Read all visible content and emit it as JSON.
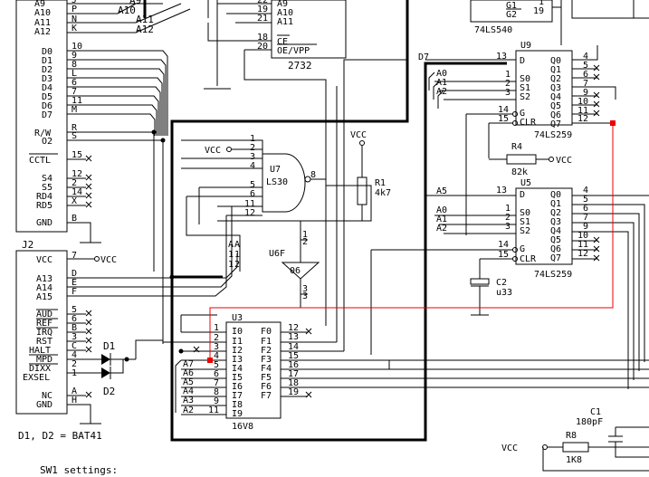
{
  "j1": {
    "left": [
      {
        "name": "A9",
        "pin": "J"
      },
      {
        "name": "A10",
        "pin": "P"
      },
      {
        "name": "A11",
        "pin": "N"
      },
      {
        "name": "A12",
        "pin": "K"
      },
      {
        "name": "D0",
        "pin": "10"
      },
      {
        "name": "D1",
        "pin": "9"
      },
      {
        "name": "D2",
        "pin": "8"
      },
      {
        "name": "D3",
        "pin": "L"
      },
      {
        "name": "D4",
        "pin": "6"
      },
      {
        "name": "D5",
        "pin": "7"
      },
      {
        "name": "D6",
        "pin": "11"
      },
      {
        "name": "D7",
        "pin": "M"
      },
      {
        "name": "R/W",
        "pin": "R"
      },
      {
        "name": "O2",
        "pin": "S"
      },
      {
        "name": "CCTL",
        "pin": "15"
      },
      {
        "name": "S4",
        "pin": "12"
      },
      {
        "name": "S5",
        "pin": "2"
      },
      {
        "name": "RD4",
        "pin": "14"
      },
      {
        "name": "RD5",
        "pin": "X"
      },
      {
        "name": "GND",
        "pin": "B"
      }
    ],
    "bus_labels": [
      "A9",
      "A10",
      "A11",
      "A12"
    ]
  },
  "j2": {
    "title": "J2",
    "left": [
      {
        "name": "VCC",
        "pin": "7"
      },
      {
        "name": "A13",
        "pin": "D"
      },
      {
        "name": "A14",
        "pin": "E"
      },
      {
        "name": "A15",
        "pin": "F"
      },
      {
        "name": "AUD",
        "pin": "5"
      },
      {
        "name": "REF",
        "pin": "6"
      },
      {
        "name": "IRQ",
        "pin": "B"
      },
      {
        "name": "RST",
        "pin": "3"
      },
      {
        "name": "HALT",
        "pin": "C"
      },
      {
        "name": "MPD",
        "pin": "4"
      },
      {
        "name": "DIXX",
        "pin": "2"
      },
      {
        "name": "EXSEL",
        "pin": "1"
      },
      {
        "name": "NC",
        "pin": "A"
      },
      {
        "name": "GND",
        "pin": "H"
      }
    ],
    "vcc_label": "VCC"
  },
  "eprom": {
    "part": "2732",
    "pins_left": [
      "22",
      "19",
      "21"
    ],
    "pin_labels": [
      "A9",
      "A10",
      "A11"
    ],
    "ce_pins": [
      "18",
      "20"
    ],
    "ce_labels": [
      "CE",
      "OE/VPP"
    ]
  },
  "g_block": {
    "part": "74LS540",
    "pins": [
      "1",
      "19"
    ],
    "labels": [
      "G1",
      "G2"
    ]
  },
  "u9": {
    "title": "U9",
    "part": "74LS259",
    "in_labels": [
      "D",
      "S0",
      "S1",
      "S2",
      "G",
      "CLR"
    ],
    "in_pins": [
      "13",
      "1",
      "2",
      "3",
      "14",
      "15"
    ],
    "out_labels": [
      "Q0",
      "Q1",
      "Q2",
      "Q3",
      "Q4",
      "Q5",
      "Q6",
      "Q7"
    ],
    "out_pins": [
      "4",
      "5",
      "6",
      "7",
      "9",
      "10",
      "11",
      "12"
    ],
    "net_labels": [
      "D7",
      "A0",
      "A1",
      "A2"
    ]
  },
  "u5": {
    "title": "U5",
    "part": "74LS259",
    "in_labels": [
      "D",
      "S0",
      "S1",
      "S2",
      "G",
      "CLR"
    ],
    "in_pins": [
      "13",
      "1",
      "2",
      "3",
      "14",
      "15"
    ],
    "out_labels": [
      "Q0",
      "Q1",
      "Q2",
      "Q3",
      "Q4",
      "Q5",
      "Q6",
      "Q7"
    ],
    "out_pins": [
      "4",
      "5",
      "6",
      "7",
      "9",
      "10",
      "11",
      "12"
    ],
    "net_labels": [
      "A5",
      "A0",
      "A1",
      "A2"
    ]
  },
  "u7": {
    "title": "U7",
    "part": "LS30",
    "in_pins": [
      "1",
      "2",
      "3",
      "4",
      "5",
      "6",
      "11",
      "12"
    ],
    "out_pin": "8",
    "vcc": "VCC"
  },
  "r1": {
    "name": "R1",
    "value": "4k7",
    "vcc": "VCC"
  },
  "r4": {
    "name": "R4",
    "value": "82k",
    "vcc": "VCC"
  },
  "c2": {
    "name": "C2",
    "value": "u33"
  },
  "u6f": {
    "name": "U6F",
    "part": "06",
    "in_pin": "1",
    "out_pin": "3",
    "in_pin_b": "2",
    "out_pin_b": "3"
  },
  "u6_inputs": {
    "labels": [
      "A",
      "A",
      "1",
      "1",
      "1",
      "2"
    ]
  },
  "u3": {
    "title": "U3",
    "part": "16V8",
    "in_labels": [
      "I0",
      "I1",
      "I2",
      "I3",
      "I4",
      "I5",
      "I6",
      "I7",
      "I8",
      "I9"
    ],
    "in_pins": [
      "2",
      "3",
      "4",
      "5",
      "6",
      "7",
      "8",
      "9",
      "11"
    ],
    "addr_labels": [
      "A7",
      "A6",
      "A5",
      "A4",
      "A3",
      "A2"
    ],
    "out_labels": [
      "F0",
      "F1",
      "F2",
      "F3",
      "F4",
      "F5",
      "F6",
      "F7"
    ],
    "out_pins": [
      "12",
      "13",
      "14",
      "15",
      "16",
      "17",
      "18",
      "19"
    ],
    "left_pin_1": "1"
  },
  "diodes": {
    "d1": "D1",
    "d2": "D2",
    "note": "D1, D2 = BAT41"
  },
  "c1": {
    "name": "C1",
    "value": "180pF"
  },
  "r8": {
    "name": "R8",
    "value": "1K8",
    "vcc": "VCC"
  },
  "sw1": {
    "text": "SW1 settings:"
  }
}
